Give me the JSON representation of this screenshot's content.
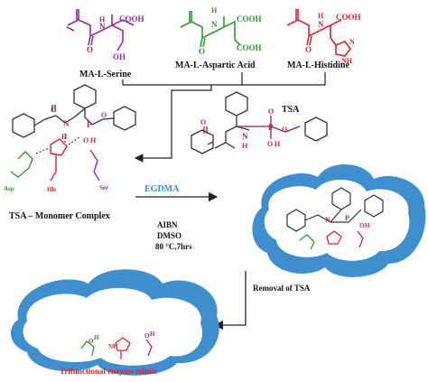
{
  "monomers": [
    {
      "name": "MA-L-Serine",
      "groups": [
        "COOH",
        "OH"
      ],
      "heteroatoms": [
        "N",
        "H",
        "O"
      ]
    },
    {
      "name": "MA-L-Aspartic Acid",
      "groups": [
        "COOH",
        "COOH"
      ],
      "heteroatoms": [
        "N",
        "H",
        "O"
      ]
    },
    {
      "name": "MA-L-Histidine",
      "groups": [
        "COOH",
        "N",
        "NH"
      ],
      "heteroatoms": [
        "N",
        "H",
        "O"
      ]
    }
  ],
  "tsa": {
    "label": "TSA",
    "atoms": {
      "o": "O",
      "n": "N",
      "h": "H",
      "p": "P"
    }
  },
  "complex": {
    "label": "TSA – Monomer Complex",
    "residues": {
      "asp": "Asp",
      "his": "His",
      "ser": "Ser"
    }
  },
  "reaction": {
    "crosslinker": "EGDMA",
    "initiator": "AIBN",
    "solvent": "DMSO",
    "conditions": "80 °C,7hrs"
  },
  "step_removal": "Removal of TSA",
  "product_label": "Trifunctional enzyme mimic",
  "colors": {
    "serine": "#9b2a9b",
    "aspartic": "#2e9a2e",
    "histidine": "#e3232c",
    "tsa": "#8b1f5c",
    "atom_red": "#cc1f5a",
    "cloud": "#3f8fce",
    "egdma": "#3d8fc9",
    "arrow": "#222222"
  }
}
